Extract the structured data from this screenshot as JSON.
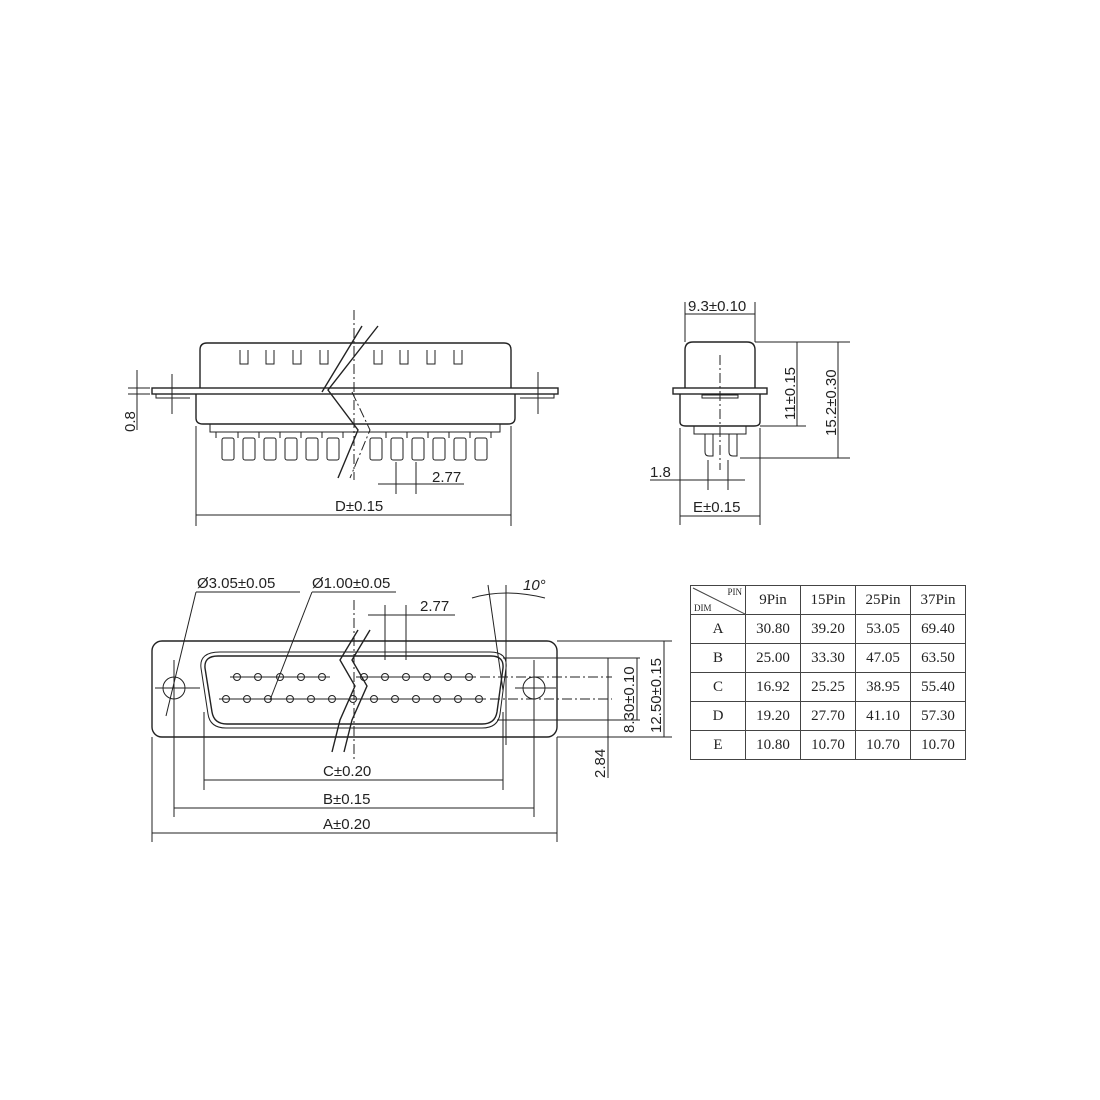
{
  "side_view": {
    "thickness_label": "0.8",
    "pitch_label": "2.77",
    "width_label": "D±0.15"
  },
  "end_view": {
    "depth_label": "9.3±0.10",
    "height_label": "11±0.15",
    "total_height_label": "15.2±0.30",
    "pin_offset_label": "1.8",
    "width_label": "E±0.15"
  },
  "front_view": {
    "mount_hole_label": "Ø3.05±0.05",
    "pin_hole_label": "Ø1.00±0.05",
    "pitch_label": "2.77",
    "angle_label": "10°",
    "row_spacing_label": "8.30±0.10",
    "shell_height_label": "12.50±0.15",
    "offset_label": "2.84",
    "c_label": "C±0.20",
    "b_label": "B±0.15",
    "a_label": "A±0.20"
  },
  "table": {
    "corner_top": "PIN",
    "corner_bottom": "DIM",
    "columns": [
      "9Pin",
      "15Pin",
      "25Pin",
      "37Pin"
    ],
    "rows": [
      {
        "dim": "A",
        "values": [
          "30.80",
          "39.20",
          "53.05",
          "69.40"
        ]
      },
      {
        "dim": "B",
        "values": [
          "25.00",
          "33.30",
          "47.05",
          "63.50"
        ]
      },
      {
        "dim": "C",
        "values": [
          "16.92",
          "25.25",
          "38.95",
          "55.40"
        ]
      },
      {
        "dim": "D",
        "values": [
          "19.20",
          "27.70",
          "41.10",
          "57.30"
        ]
      },
      {
        "dim": "E",
        "values": [
          "10.80",
          "10.70",
          "10.70",
          "10.70"
        ]
      }
    ]
  }
}
